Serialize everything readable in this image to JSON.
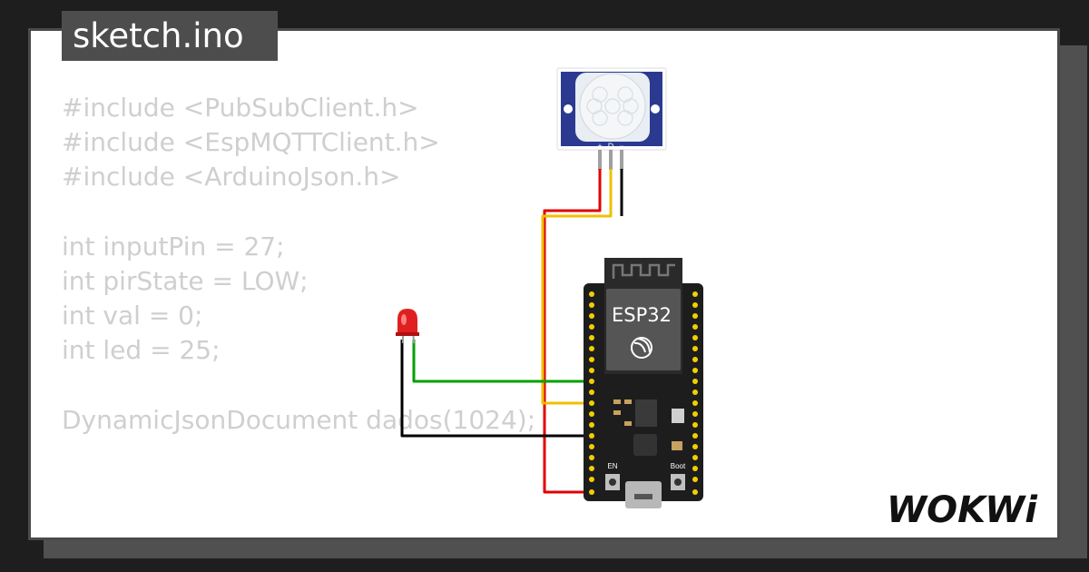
{
  "tab": {
    "filename": "sketch.ino"
  },
  "code": {
    "lines": [
      "#include <PubSubClient.h>",
      "#include <EspMQTTClient.h>",
      "#include <ArduinoJson.h>",
      "",
      "int inputPin = 27;",
      "int pirState = LOW;",
      "int val = 0;",
      "int led = 25;",
      "",
      "DynamicJsonDocument dados(1024);"
    ]
  },
  "circuit": {
    "chip_label": "ESP32",
    "pir_pins": [
      "+",
      "D",
      "−"
    ],
    "button_en_label": "EN",
    "button_boot_label": "Boot",
    "wire_colors": {
      "power": "#e00000",
      "signal": "#f0c000",
      "ground": "#000000",
      "led": "#00a000"
    },
    "led_color": "#e02020"
  },
  "brand": {
    "logo_text": "WOKWi"
  }
}
